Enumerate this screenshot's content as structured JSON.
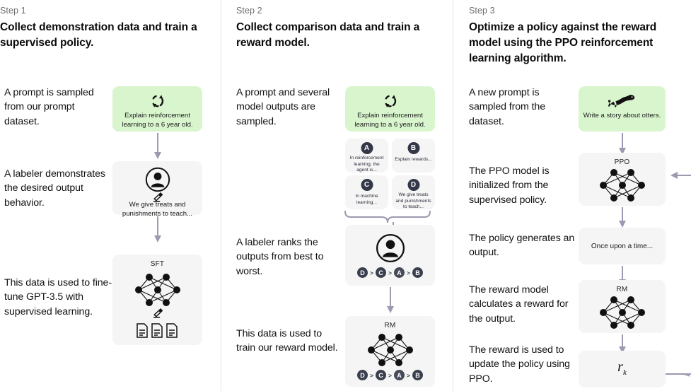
{
  "theme": {
    "bg": "#ffffff",
    "green_box": "#d8f5cd",
    "gray_box": "#f5f5f5",
    "arrow": "#9a9ab0",
    "pill": "#3b3f4d",
    "divider": "#e3e3e3",
    "text": "#111111",
    "muted_text": "#6e6e6e"
  },
  "columns": [
    {
      "step_label": "Step 1",
      "title": "Collect demonstration data and train a supervised policy.",
      "captions": [
        "A prompt is sampled from our prompt dataset.",
        "A labeler demonstrates the desired output behavior.",
        "This data is used to fine-tune GPT-3.5 with supervised learning."
      ],
      "nodes": [
        {
          "kind": "prompt",
          "icon": "refresh-cycle-icon",
          "text": "Explain reinforcement learning to a 6 year old."
        },
        {
          "kind": "labeler",
          "icon": "person-icon",
          "sub_icon": "pencil-icon",
          "text": "We give treats and punishments to teach..."
        },
        {
          "kind": "model",
          "title": "SFT",
          "icon": "neural-network-icon",
          "sub_icon": "pencil-icon",
          "extra_icon": "documents-icon"
        }
      ]
    },
    {
      "step_label": "Step 2",
      "title": "Collect comparison data and train a reward model.",
      "captions": [
        "A prompt and several model outputs are sampled.",
        "A labeler ranks the outputs from best to worst.",
        "This data is used to train our reward model."
      ],
      "nodes": [
        {
          "kind": "prompt",
          "icon": "refresh-cycle-icon",
          "text": "Explain reinforcement learning to a 6 year old."
        },
        {
          "kind": "outputs",
          "items": [
            {
              "badge": "A",
              "text": "In reinforcement learning, the agent is..."
            },
            {
              "badge": "B",
              "text": "Explain rewards..."
            },
            {
              "badge": "C",
              "text": "In machine learning..."
            },
            {
              "badge": "D",
              "text": "We give treats and punishments to teach..."
            }
          ]
        },
        {
          "kind": "labeler-rank",
          "icon": "person-icon",
          "ranking": [
            "D",
            "C",
            "A",
            "B"
          ],
          "separator": ">"
        },
        {
          "kind": "model-rank",
          "title": "RM",
          "icon": "neural-network-icon",
          "ranking": [
            "D",
            "C",
            "A",
            "B"
          ],
          "separator": ">"
        }
      ]
    },
    {
      "step_label": "Step 3",
      "title": "Optimize a policy against the reward model using the PPO reinforcement learning algorithm.",
      "captions": [
        "A new prompt is sampled from the dataset.",
        "The PPO model is initialized from the supervised policy.",
        "The policy generates an output.",
        "The reward model calculates a reward for the output.",
        "The reward is used to update the policy using PPO."
      ],
      "nodes": [
        {
          "kind": "prompt",
          "icon": "otter-icon",
          "text": "Write a story about otters."
        },
        {
          "kind": "model",
          "title": "PPO",
          "icon": "neural-network-icon"
        },
        {
          "kind": "output",
          "text": "Once upon a time..."
        },
        {
          "kind": "model",
          "title": "RM",
          "icon": "neural-network-icon"
        },
        {
          "kind": "reward",
          "symbol": "r",
          "subscript": "k"
        }
      ]
    }
  ]
}
